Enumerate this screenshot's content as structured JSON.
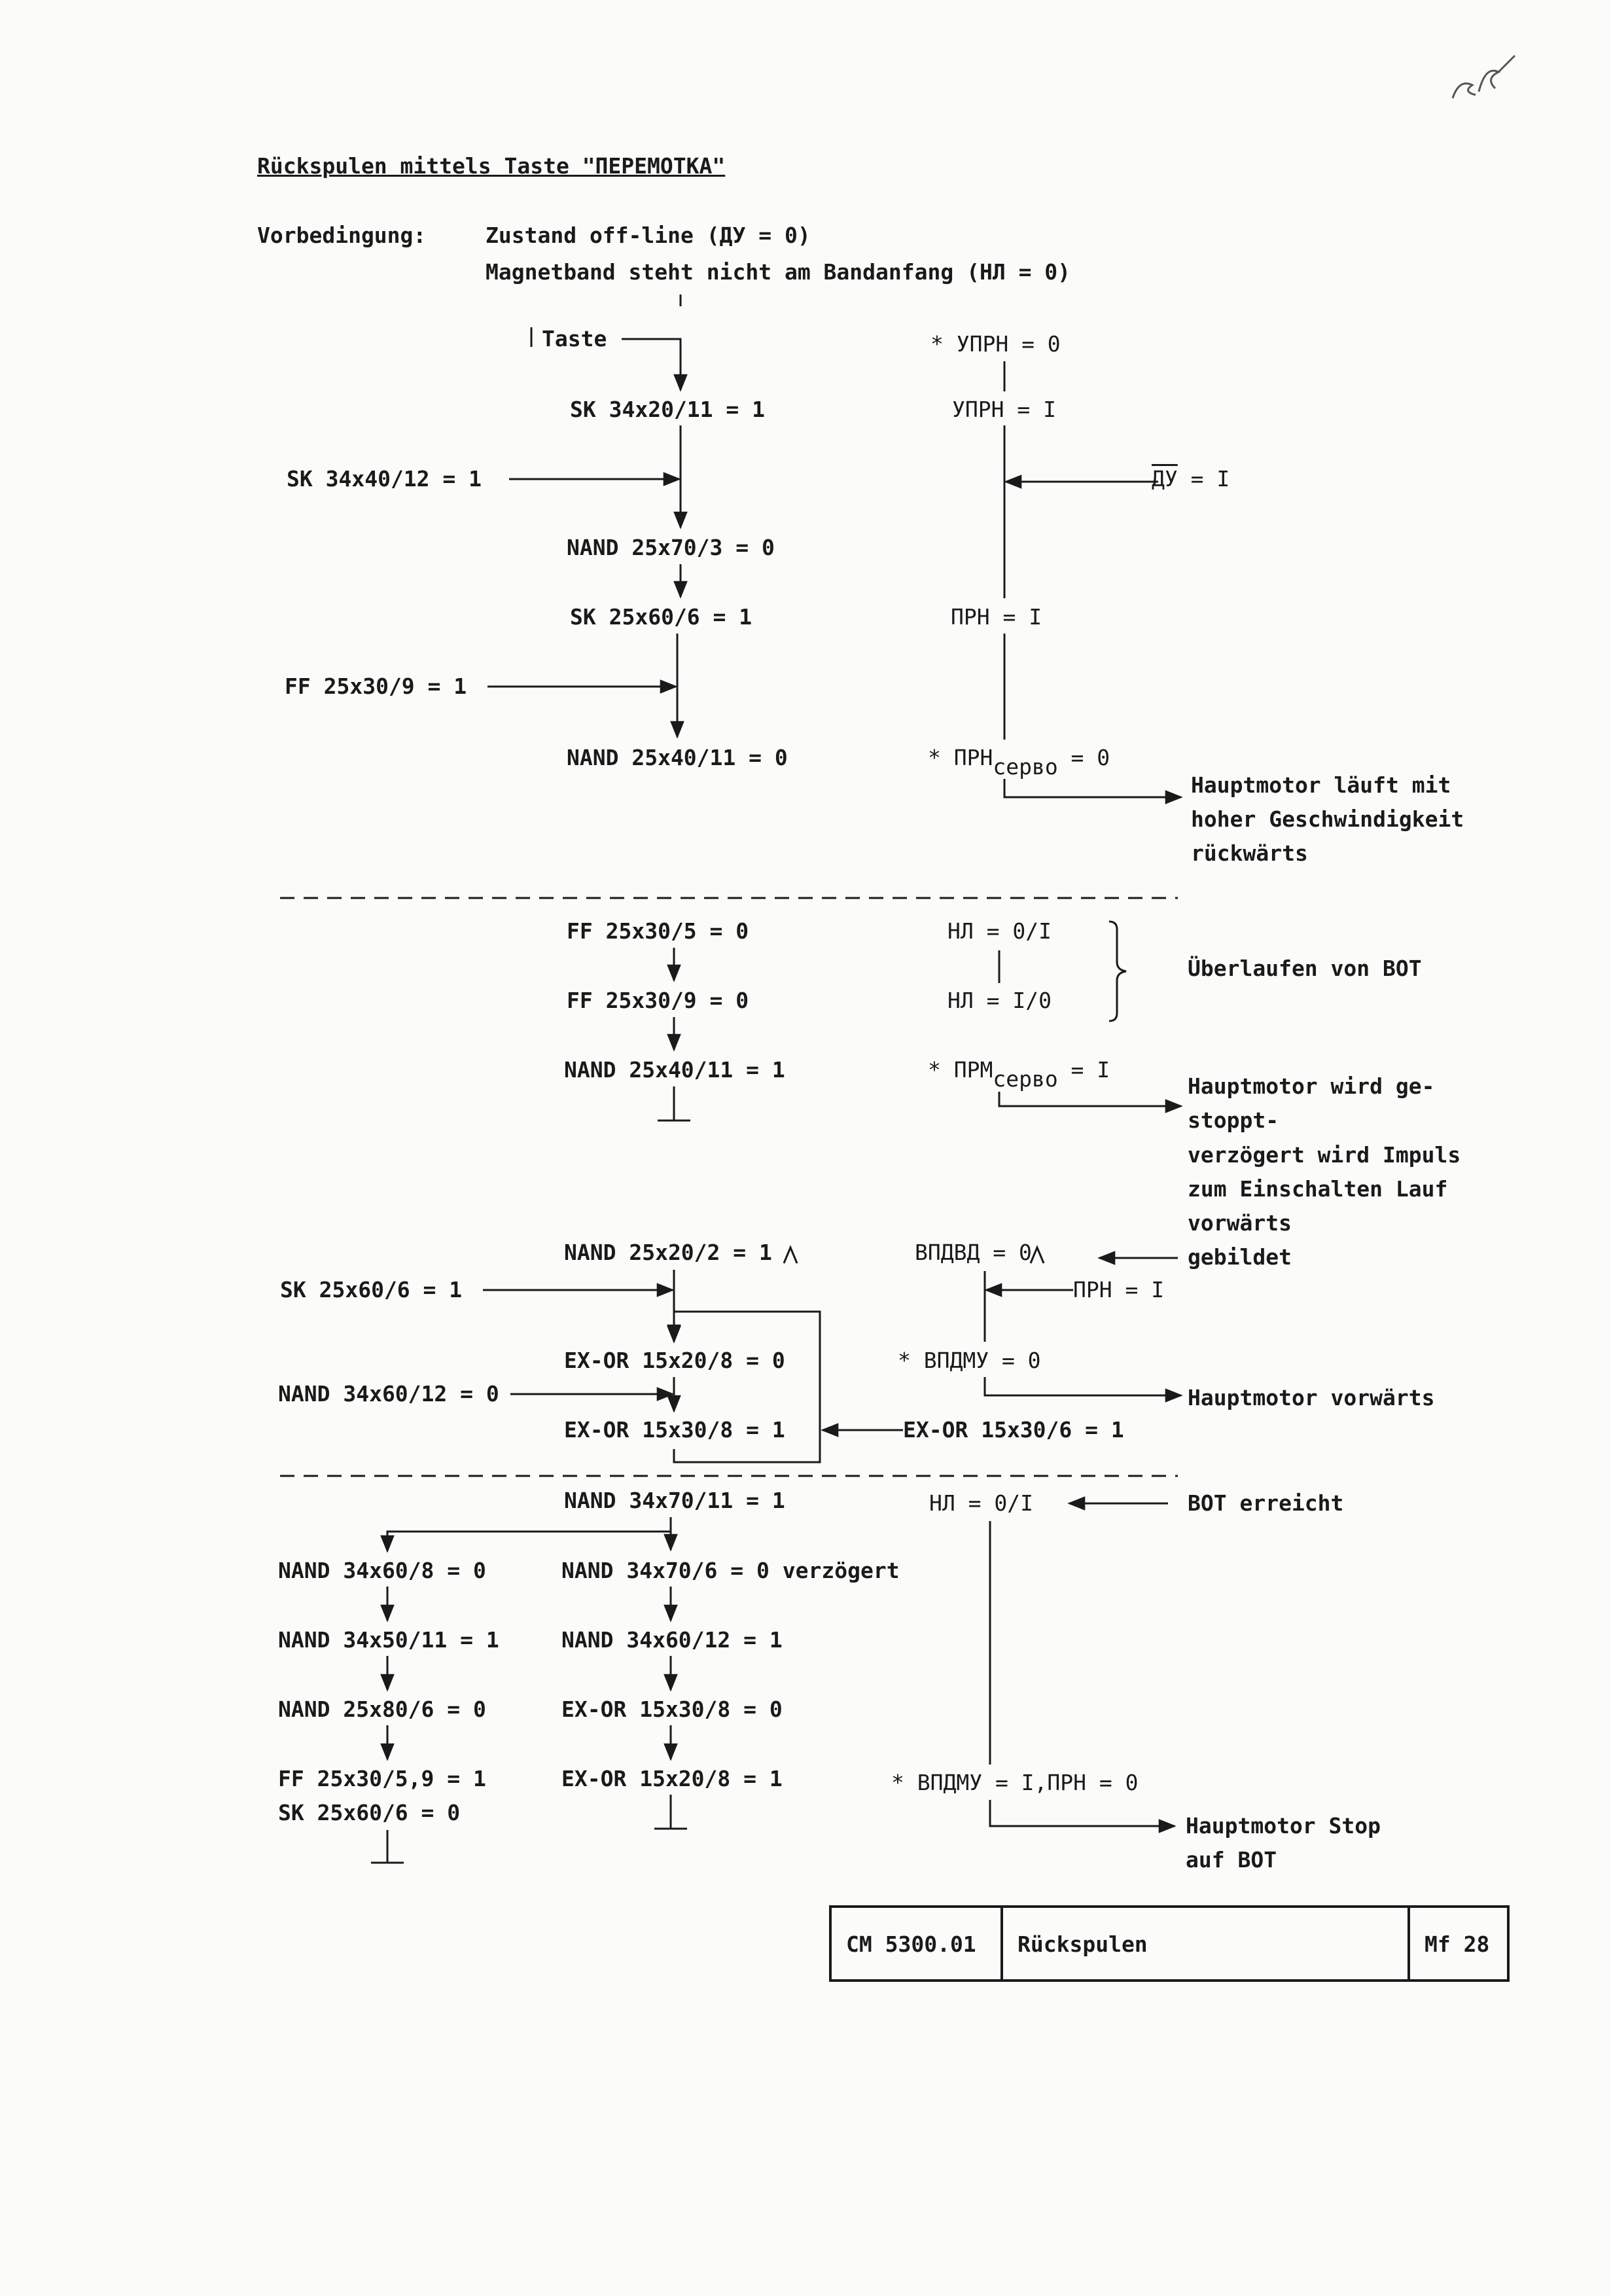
{
  "title": "Rückspulen mittels Taste \"ПЕРЕМОТКА\"",
  "precondition": {
    "label": "Vorbedingung:",
    "line1": "Zustand off-line (ДУ = 0)",
    "line2": "Magnetband steht nicht am Bandanfang (НЛ = 0)"
  },
  "section1": {
    "taste": "Taste",
    "sk1": "SK 34x20/11 = 1",
    "sk_left": "SK 34x40/12 = 1",
    "nand1": "NAND 25x70/3 = 0",
    "sk2": "SK 25x60/6 = 1",
    "ff_left": "FF 25x30/9 = 1",
    "nand2": "NAND 25x40/11 = 0",
    "uprn0": "* УПРН = 0",
    "uprn1": "УПРН = I",
    "du_name": "ДУ",
    "du_val": " = I",
    "prn1": "ПРН = I",
    "prnservo_a": "* ПРН",
    "prnservo_sub": "серво",
    "prnservo_b": " = 0",
    "motor_back": [
      "Hauptmotor läuft mit",
      "hoher Geschwindigkeit",
      "rückwärts"
    ]
  },
  "section2": {
    "ff1": "FF 25x30/5 = 0",
    "ff2": "FF 25x30/9 = 0",
    "nand": "NAND 25x40/11 = 1",
    "nl1": "НЛ = 0/I",
    "nl2": "НЛ = I/0",
    "overrun": "Überlaufen von BOT",
    "prm_a": "* ПРМ",
    "prm_sub": "серво",
    "prm_b": " = I",
    "motor_stop": [
      "Hauptmotor wird ge-",
      "stoppt-",
      "verzögert wird Impuls",
      "zum Einschalten Lauf",
      "vorwärts",
      "gebildet"
    ]
  },
  "section3": {
    "nand1": "NAND 25x20/2 = 1",
    "sk_left": "SK 25x60/6 = 1",
    "exor1": "EX-OR 15x20/8 = 0",
    "nand_left": "NAND 34x60/12 = 0",
    "exor2": "EX-OR 15x30/8 = 1",
    "exor_right": "EX-OR 15x30/6 = 1",
    "vpdvd": "ВПДВД = 0",
    "prn": "ПРН = I",
    "vpdmu": "* ВПДМУ = 0",
    "motor_fwd": "Hauptmotor vorwärts"
  },
  "section4": {
    "nand_top": "NAND 34x70/11 = 1",
    "nl": "НЛ = 0/I",
    "bot": "BOT erreicht",
    "left": [
      "NAND 34x60/8 = 0",
      "NAND 34x50/11 = 1",
      "NAND 25x80/6 = 0",
      "FF 25x30/5,9 = 1",
      "SK 25x60/6 = 0"
    ],
    "mid": [
      "NAND 34x70/6 = 0 verzögert",
      "NAND 34x60/12 = 1",
      "EX-OR 15x30/8 = 0",
      "EX-OR 15x20/8 = 1"
    ],
    "vpdmu": "* ВПДМУ = I,ПРН = 0",
    "motor_stop": [
      "Hauptmotor Stop",
      "auf BOT"
    ]
  },
  "footer": {
    "code": "CM 5300.01",
    "name": "Rückspulen",
    "page": "Mf 28"
  }
}
